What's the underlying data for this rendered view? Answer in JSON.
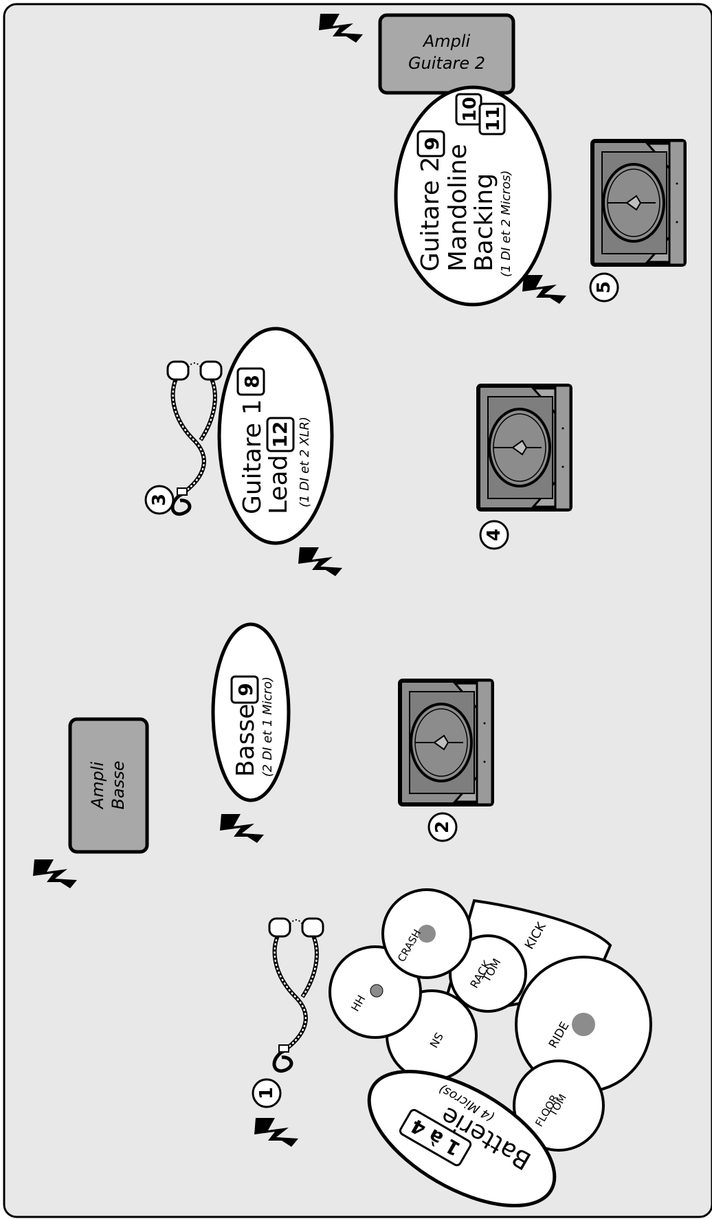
{
  "colors": {
    "background": "#e8e8e8",
    "amp_fill": "#a8a8a8",
    "monitor_fill": "#8c8c8c",
    "outline": "#000000",
    "bubble_fill": "#ffffff",
    "cymbal_center": "#8c8c8c"
  },
  "amps": {
    "bass": {
      "line1": "Ampli",
      "line2": "Basse"
    },
    "guitar2": {
      "line1": "Ampli",
      "line2": "Guitare 2"
    }
  },
  "bubbles": {
    "drums": {
      "title": "Batterie",
      "channels": "1 à 4",
      "note": "(4 Micros)"
    },
    "bass": {
      "title": "Basse",
      "channel": "9",
      "note": "(2 DI et 1 Micro)"
    },
    "guitar1": {
      "title1": "Guitare 1",
      "channel1": "8",
      "title2": "Lead",
      "channel2": "12",
      "note": "(1 DI et 2 XLR)"
    },
    "guitar2": {
      "title1": "Guitare 2",
      "channel1": "9",
      "title2": "Mandoline",
      "channel2": "10",
      "title3": "Backing",
      "channel3": "11",
      "note": "(1 DI et 2 Micros)"
    }
  },
  "drum_kit": {
    "kick": "KICK",
    "crash": "CRASH",
    "hh": "HH",
    "rack_tom_1": "RACK",
    "rack_tom_2": "TOM",
    "sn": "SN",
    "ride": "RIDE",
    "floor_tom_1": "FLOOR",
    "floor_tom_2": "TOM"
  },
  "markers": {
    "m1": "1",
    "m2": "2",
    "m3": "3",
    "m4": "4",
    "m5": "5"
  },
  "icons": [
    "power-icon",
    "headphones-icon",
    "wedge-monitor-icon",
    "numbered-circle-icon"
  ]
}
